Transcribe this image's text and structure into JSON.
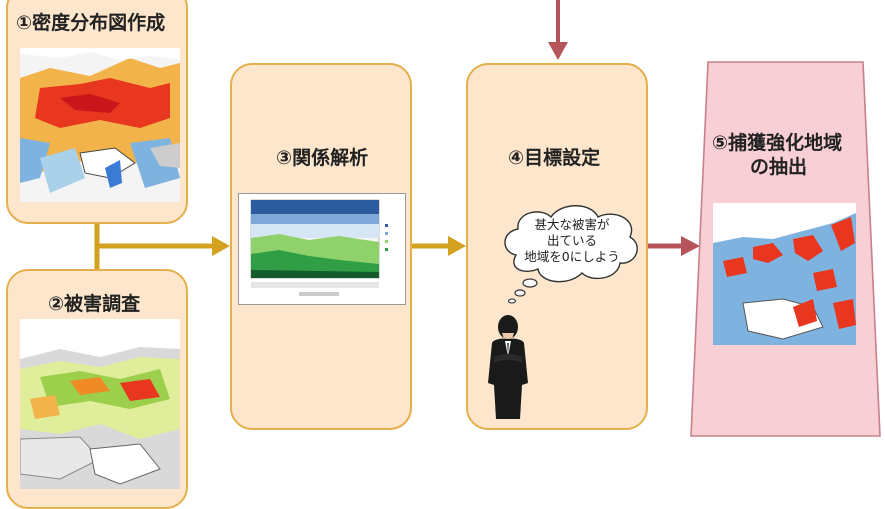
{
  "steps": {
    "s1": "①密度分布図作成",
    "s2": "②被害調査",
    "s3": "③関係解析",
    "s4": "④目標設定",
    "s5a": "⑤捕獲強化地域",
    "s5b": "の抽出"
  },
  "bubble": {
    "line1": "甚大な被害が",
    "line2": "出ている",
    "line3": "地域を0にしよう"
  },
  "colors": {
    "box_fill": "#fde6cc",
    "box_border": "#e3b04b",
    "arrow_gold": "#d4a11e",
    "arrow_red": "#b5545a",
    "trapezoid_fill": "#f7cfd4"
  }
}
